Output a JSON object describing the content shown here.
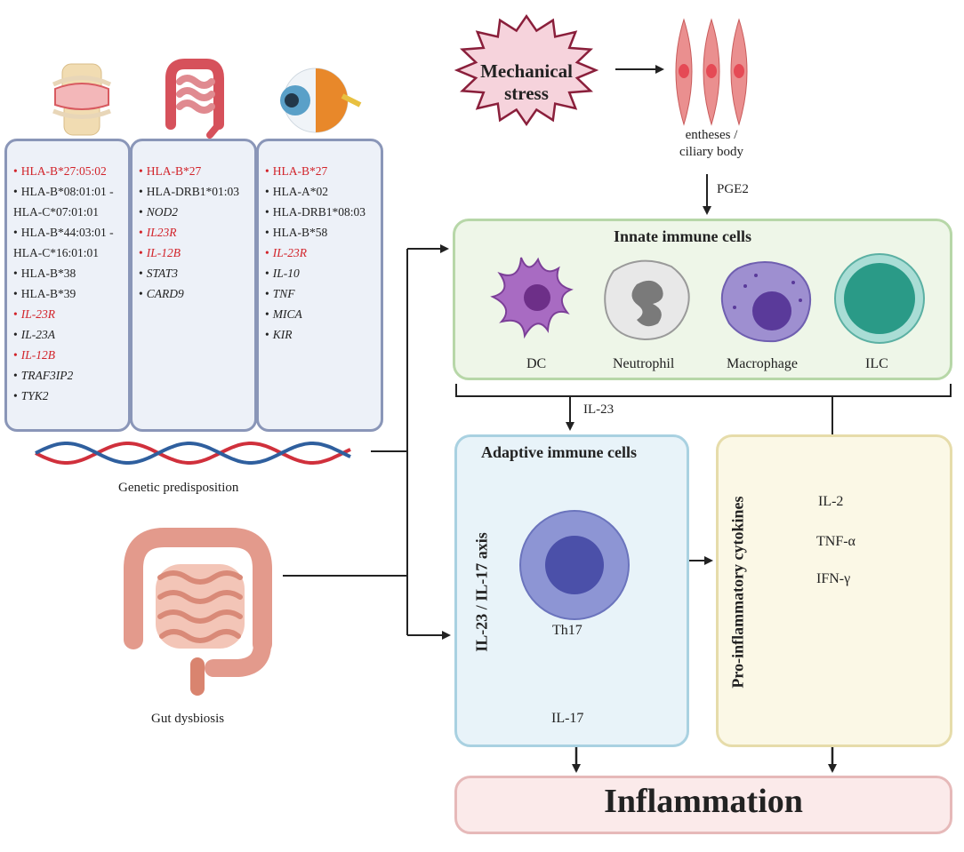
{
  "stress": {
    "line1": "Mechanical",
    "line2": "stress"
  },
  "tissue": {
    "line1": "entheses /",
    "line2": "ciliary body"
  },
  "pge2": "PGE2",
  "gene_lists": [
    {
      "items": [
        {
          "text": "HLA-B*27:05:02",
          "red": true,
          "italic": false,
          "bullet": true
        },
        {
          "text": "HLA-B*08:01:01 -",
          "red": false,
          "italic": false,
          "bullet": true
        },
        {
          "text": "HLA-C*07:01:01",
          "red": false,
          "italic": false,
          "bullet": false
        },
        {
          "text": "HLA-B*44:03:01 -",
          "red": false,
          "italic": false,
          "bullet": true
        },
        {
          "text": "HLA-C*16:01:01",
          "red": false,
          "italic": false,
          "bullet": false
        },
        {
          "text": "HLA-B*38",
          "red": false,
          "italic": false,
          "bullet": true
        },
        {
          "text": "HLA-B*39",
          "red": false,
          "italic": false,
          "bullet": true
        },
        {
          "text": "IL-23R",
          "red": true,
          "italic": true,
          "bullet": true
        },
        {
          "text": "IL-23A",
          "red": false,
          "italic": true,
          "bullet": true
        },
        {
          "text": "IL-12B",
          "red": true,
          "italic": true,
          "bullet": true
        },
        {
          "text": "TRAF3IP2",
          "red": false,
          "italic": true,
          "bullet": true
        },
        {
          "text": "TYK2",
          "red": false,
          "italic": true,
          "bullet": true
        }
      ]
    },
    {
      "items": [
        {
          "text": "HLA-B*27",
          "red": true,
          "italic": false,
          "bullet": true
        },
        {
          "text": "HLA-DRB1*01:03",
          "red": false,
          "italic": false,
          "bullet": true
        },
        {
          "text": "NOD2",
          "red": false,
          "italic": true,
          "bullet": true
        },
        {
          "text": "IL23R",
          "red": true,
          "italic": true,
          "bullet": true
        },
        {
          "text": "IL-12B",
          "red": true,
          "italic": true,
          "bullet": true
        },
        {
          "text": "STAT3",
          "red": false,
          "italic": true,
          "bullet": true
        },
        {
          "text": "CARD9",
          "red": false,
          "italic": true,
          "bullet": true
        }
      ]
    },
    {
      "items": [
        {
          "text": "HLA-B*27",
          "red": true,
          "italic": false,
          "bullet": true
        },
        {
          "text": "HLA-A*02",
          "red": false,
          "italic": false,
          "bullet": true
        },
        {
          "text": "HLA-DRB1*08:03",
          "red": false,
          "italic": false,
          "bullet": true
        },
        {
          "text": "HLA-B*58",
          "red": false,
          "italic": false,
          "bullet": true
        },
        {
          "text": "IL-23R",
          "red": true,
          "italic": true,
          "bullet": true
        },
        {
          "text": "IL-10",
          "red": false,
          "italic": true,
          "bullet": true
        },
        {
          "text": "TNF",
          "red": false,
          "italic": true,
          "bullet": true
        },
        {
          "text": "MICA",
          "red": false,
          "italic": true,
          "bullet": true
        },
        {
          "text": "KIR",
          "red": false,
          "italic": true,
          "bullet": true
        }
      ]
    }
  ],
  "genetic_label": "Genetic predisposition",
  "gut_label": "Gut dysbiosis",
  "innate": {
    "title": "Innate immune cells",
    "cells": [
      "DC",
      "Neutrophil",
      "Macrophage",
      "ILC"
    ]
  },
  "il23": "IL-23",
  "adaptive": {
    "title": "Adaptive immune cells",
    "axis": "IL-23 / IL-17 axis",
    "cell": "Th17",
    "il17": "IL-17"
  },
  "procyto": {
    "title": "Pro-inflammatory cytokines",
    "items": [
      "IL-2",
      "TNF-α",
      "IFN-γ"
    ]
  },
  "inflammation": "Inflammation",
  "colors": {
    "red_text": "#d2232a",
    "innate_bg": "#eef6e8",
    "adaptive_bg": "#e8f3f9",
    "cyto_bg": "#fbf8e6",
    "inflam_bg": "#fbeaea"
  }
}
